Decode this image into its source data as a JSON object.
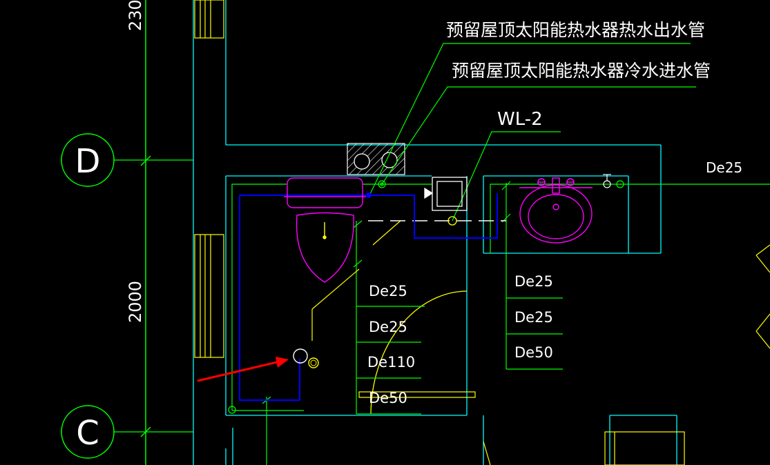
{
  "colors": {
    "background": "#000000",
    "wall": "#00ffff",
    "leader": "#00ff00",
    "fixture": "#ff00ff",
    "cold_pipe": "#0000ff",
    "arc": "#ffff00",
    "text": "#ffffff",
    "arrow": "#ff0000"
  },
  "dimensions": {
    "top": "230",
    "middle": "2000"
  },
  "axes": {
    "upper": "D",
    "lower": "C"
  },
  "notes": {
    "hot_outlet": "预留屋顶太阳能热水器热水出水管",
    "cold_inlet": "预留屋顶太阳能热水器冷水进水管",
    "riser": "WL-2"
  },
  "pipe_labels": {
    "right_far": "De25",
    "left_column": [
      "De25",
      "De25",
      "De110",
      "De50"
    ],
    "right_column": [
      "De25",
      "De25",
      "De50"
    ]
  }
}
